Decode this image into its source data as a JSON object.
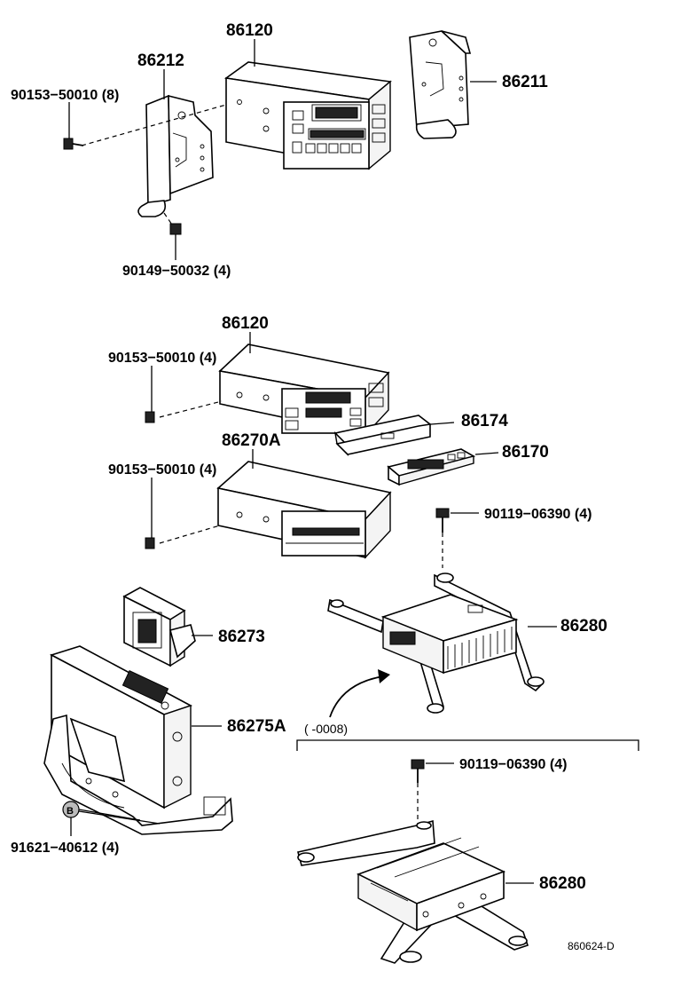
{
  "labels": {
    "l_86120_a": "86120",
    "l_86212": "86212",
    "l_86211": "86211",
    "l_90153_a": "90153−50010 (8)",
    "l_90149": "90149−50032 (4)",
    "l_86120_b": "86120",
    "l_90153_b": "90153−50010 (4)",
    "l_86174": "86174",
    "l_86170": "86170",
    "l_86270a": "86270A",
    "l_90153_c": "90153−50010 (4)",
    "l_90119_a": "90119−06390 (4)",
    "l_86280_a": "86280",
    "l_86273": "86273",
    "l_86275a": "86275A",
    "l_date": "(       -0008)",
    "l_90119_b": "90119−06390 (4)",
    "l_91621": "91621−40612 (4)",
    "l_86280_b": "86280",
    "l_code": "860624-D"
  },
  "callout_marker": "B"
}
